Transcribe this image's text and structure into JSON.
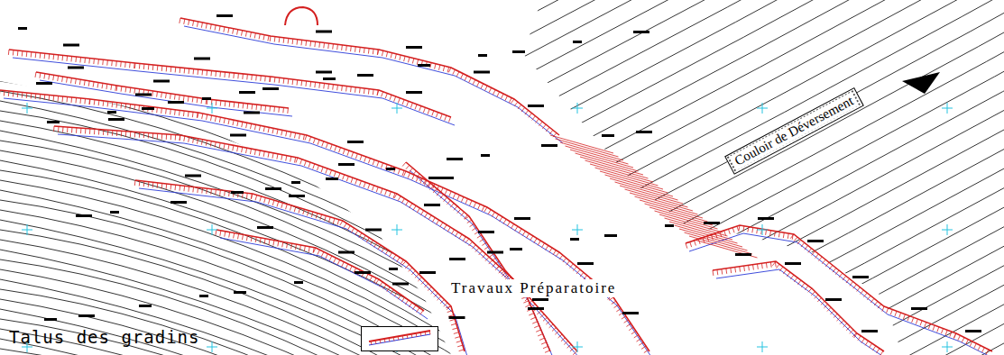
{
  "diagram": {
    "nodes": [
      {
        "text": [
          "Couloir de Déversement"
        ]
      }
    ],
    "labels": [
      "Travaux Préparatoire"
    ],
    "legend": [
      {
        "text": "Talus des gradins"
      }
    ]
  }
}
